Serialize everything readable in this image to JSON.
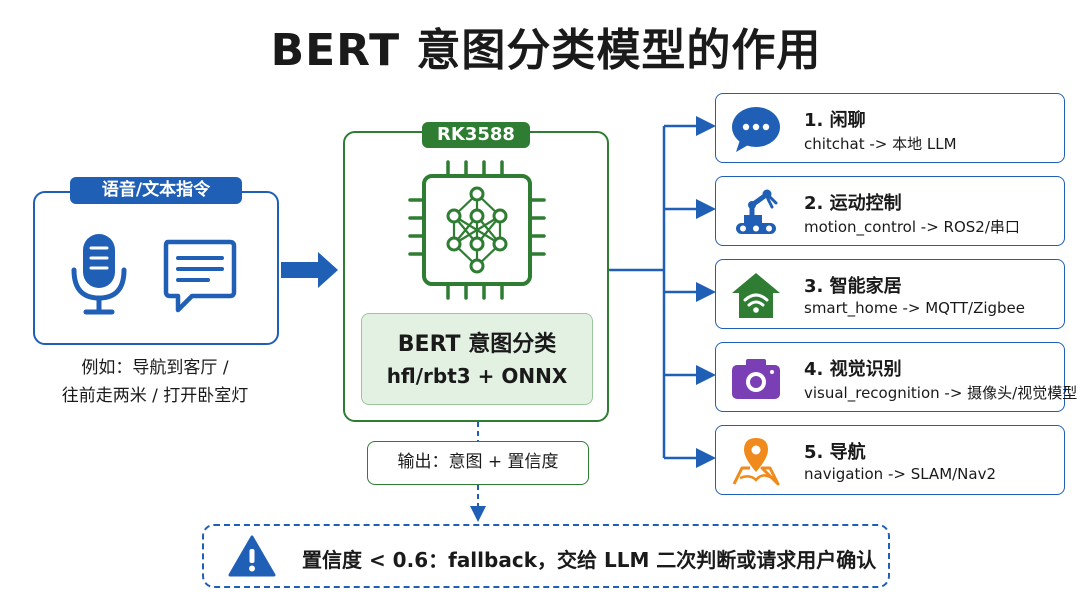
{
  "title": "BERT 意图分类模型的作用",
  "input": {
    "label": "语音/文本指令",
    "example_line1": "例如：导航到客厅 /",
    "example_line2": "往前走两米 / 打开卧室灯"
  },
  "device": {
    "label": "RK3588",
    "model_name": "BERT 意图分类",
    "model_detail": "hfl/rbt3 + ONNX"
  },
  "output": {
    "label": "输出：意图 + 置信度"
  },
  "fallback": {
    "text": "置信度 < 0.6：fallback，交给 LLM 二次判断或请求用户确认"
  },
  "intents": [
    {
      "title": "1. 闲聊",
      "detail": "chitchat -> 本地 LLM",
      "icon": "chat-bubble-icon"
    },
    {
      "title": "2. 运动控制",
      "detail": "motion_control -> ROS2/串口",
      "icon": "robot-arm-icon"
    },
    {
      "title": "3. 智能家居",
      "detail": "smart_home -> MQTT/Zigbee",
      "icon": "smart-home-icon"
    },
    {
      "title": "4. 视觉识别",
      "detail": "visual_recognition -> 摄像头/视觉模型",
      "icon": "camera-icon"
    },
    {
      "title": "5. 导航",
      "detail": "navigation -> SLAM/Nav2",
      "icon": "map-pin-icon"
    }
  ],
  "colors": {
    "blue": "#1f5fb5",
    "green": "#2e7d32",
    "purple": "#7b3fb5",
    "orange": "#f08a1c",
    "warning": "#1f5fb5"
  }
}
